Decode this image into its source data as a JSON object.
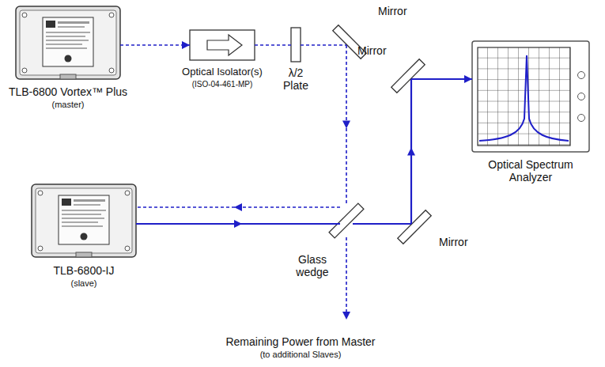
{
  "diagram": {
    "nodes": [
      {
        "text": [
          "TLB-6800 Vortex™ Plus",
          "(master)"
        ]
      },
      {
        "text": [
          "Optical Isolator(s)",
          "(ISO-04-461-MP)"
        ]
      },
      {
        "text": [
          "λ/2 Plate"
        ]
      },
      {
        "text": [
          "Mirror"
        ]
      },
      {
        "text": [
          "Mirror"
        ]
      },
      {
        "text": [
          "Optical Spectrum Analyzer"
        ]
      },
      {
        "text": [
          "TLB-6800-IJ",
          "(slave)"
        ]
      },
      {
        "text": [
          "Glass wedge"
        ]
      },
      {
        "text": [
          "Mirror"
        ]
      }
    ],
    "edges": [
      {
        "from": 0,
        "to": 1,
        "arrow": "to"
      },
      {
        "from": 1,
        "to": 2,
        "arrow": "none"
      },
      {
        "from": 2,
        "to": 3,
        "arrow": "none"
      },
      {
        "from": 3,
        "to": 7,
        "arrow": "to"
      },
      {
        "from": 7,
        "to": 6,
        "arrow": "to"
      },
      {
        "from": 6,
        "to": 7,
        "arrow": "to"
      },
      {
        "from": 7,
        "to": 8,
        "arrow": "none"
      },
      {
        "from": 8,
        "to": 4,
        "arrow": "to"
      },
      {
        "from": 4,
        "to": 5,
        "arrow": "to"
      }
    ],
    "labels": [
      "Remaining Power from Master",
      "(to additional Slaves)"
    ]
  }
}
